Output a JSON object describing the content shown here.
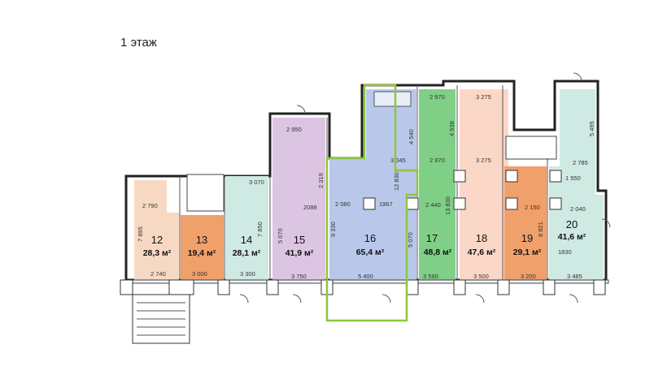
{
  "floor_title": "1 этаж",
  "colors": {
    "unit_12": "#f7d9c3",
    "unit_13": "#f0a06b",
    "unit_14": "#cfe9e3",
    "unit_15": "#dcc4e3",
    "unit_16": "#b9c8ea",
    "unit_17": "#7fcf86",
    "unit_18": "#fbd7c7",
    "unit_19": "#f0a06b",
    "unit_20": "#cfe9e3",
    "highlight": "#8dc63f"
  },
  "units": [
    {
      "id": "12",
      "area": "28,3 м²"
    },
    {
      "id": "13",
      "area": "19,4 м²"
    },
    {
      "id": "14",
      "area": "28,1 м²"
    },
    {
      "id": "15",
      "area": "41,9 м²"
    },
    {
      "id": "16",
      "area": "65,4 м²"
    },
    {
      "id": "17",
      "area": "48,8 м²"
    },
    {
      "id": "18",
      "area": "47,6 м²"
    },
    {
      "id": "19",
      "area": "29,1 м²"
    },
    {
      "id": "20",
      "area": "41,6 м²"
    }
  ],
  "dims": {
    "d2790": "2 790",
    "d7895": "7 895",
    "d2740": "2 740",
    "d3000": "3 000",
    "d3070": "3 070",
    "d7850": "7 850",
    "d3300": "3 300",
    "d2950": "2 950",
    "d2319": "2 319",
    "d2088": "2088",
    "d5070a": "5 070",
    "d3750": "3 750",
    "d3045": "3 045",
    "d4540": "4 540",
    "d12830": "12 830",
    "d2080": "2 080",
    "d1967": "1967",
    "d9330": "9 330",
    "d5400": "5 400",
    "d2970a": "2 970",
    "d4538": "4 538",
    "d2970b": "2 970",
    "d13830": "13 830",
    "d2440": "2 440",
    "d5070b": "5 070",
    "d3590": "3 590",
    "d3275a": "3 275",
    "d3275b": "3 275",
    "d3500": "3 500",
    "d2150": "2 150",
    "d8821": "8 821",
    "d3200": "3 200",
    "d5495": "5 495",
    "d2785": "2 785",
    "d1550": "1 550",
    "d2040": "2 040",
    "d1830": "1830",
    "d3485": "3 485"
  }
}
